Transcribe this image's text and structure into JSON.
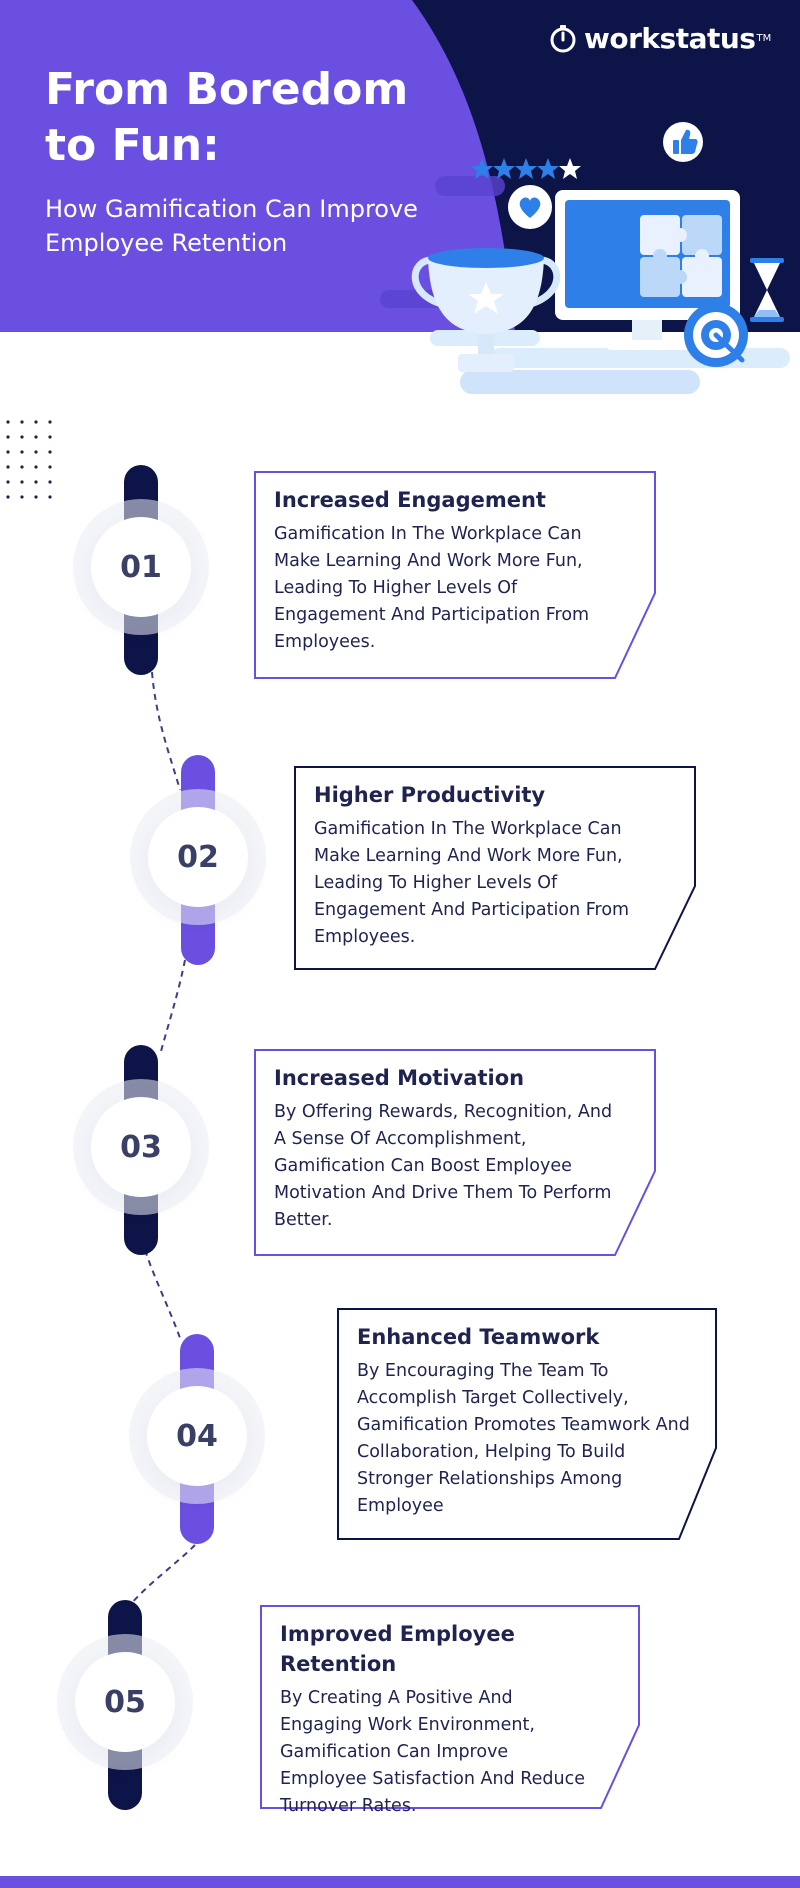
{
  "header": {
    "title": "From Boredom to Fun:",
    "subtitle": "How Gamification Can Improve Employee Retention",
    "logo_text": "workstatus",
    "logo_tm": "TM"
  },
  "colors": {
    "navy": "#0d1448",
    "purple": "#6a4fe0",
    "white": "#ffffff",
    "text": "#1f2350"
  },
  "steps": [
    {
      "number": "01",
      "title": "Increased Engagement",
      "text": "Gamification In The Workplace Can Make Learning And Work More Fun, Leading To Higher Levels Of Engagement And Participation From Employees."
    },
    {
      "number": "02",
      "title": "Higher Productivity",
      "text": "Gamification In The Workplace Can Make Learning And Work More Fun, Leading To Higher Levels Of Engagement And Participation From Employees."
    },
    {
      "number": "03",
      "title": "Increased Motivation",
      "text": "By Offering Rewards, Recognition, And A Sense Of Accomplishment, Gamification Can Boost Employee Motivation And Drive Them To Perform Better."
    },
    {
      "number": "04",
      "title": "Enhanced Teamwork",
      "text": "By Encouraging The Team To Accomplish Target Collectively, Gamification Promotes Teamwork And Collaboration, Helping To Build Stronger Relationships Among Employee"
    },
    {
      "number": "05",
      "title": "Improved Employee Retention",
      "text": "By Creating A Positive And Engaging Work Environment, Gamification Can Improve Employee Satisfaction And Reduce Turnover Rates."
    }
  ],
  "icons": [
    "stopwatch-logo-icon",
    "trophy-icon",
    "monitor-icon",
    "puzzle-icon",
    "heart-icon",
    "thumbs-up-icon",
    "star-icon",
    "hourglass-icon",
    "target-icon"
  ]
}
